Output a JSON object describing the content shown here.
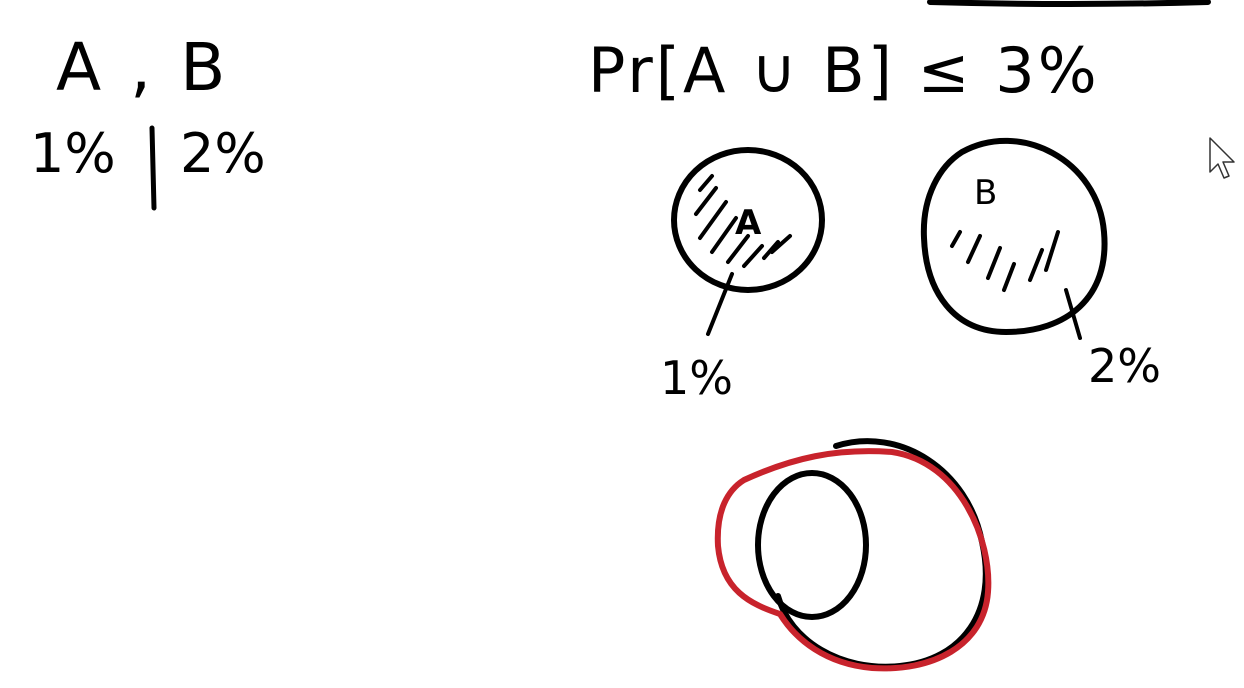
{
  "left_notes": {
    "events": "A , B",
    "prob_a": "1%",
    "prob_b": "2%"
  },
  "right_notes": {
    "union_bound": "Pr[A ∪ B] ≤ 3%"
  },
  "venn_separate": {
    "circle_a_label": "A",
    "circle_a_prob": "1%",
    "circle_b_label": "B",
    "circle_b_prob": "2%"
  },
  "colors": {
    "ink": "#000000",
    "highlight": "#c8232c",
    "background": "#ffffff"
  },
  "icons": {
    "cursor": "mouse-pointer-icon"
  }
}
